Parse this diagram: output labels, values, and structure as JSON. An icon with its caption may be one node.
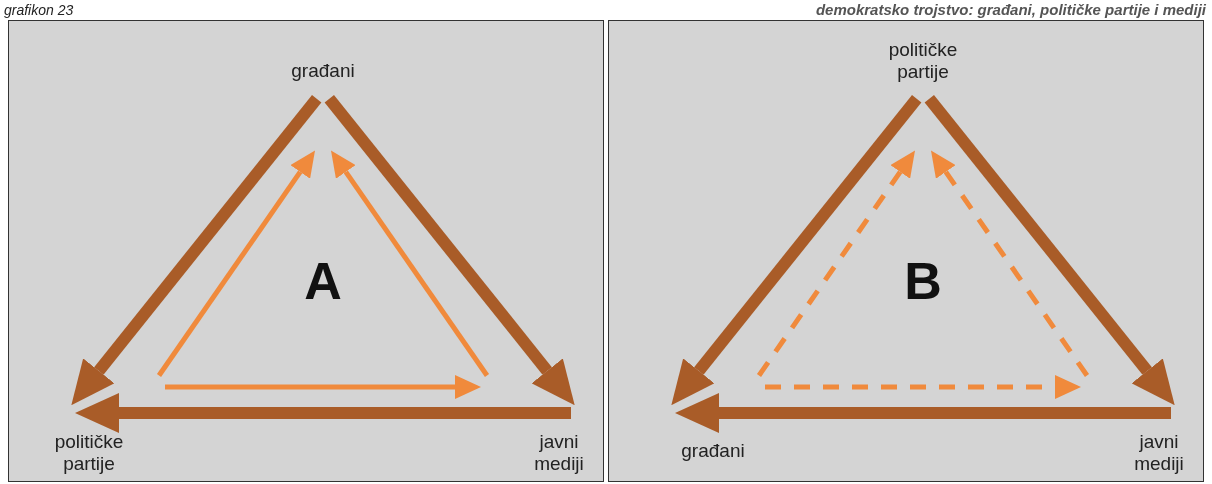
{
  "diagram": {
    "title": "demokratsko trojstvo: građani, političke partije i mediji",
    "nodes": [
      {
        "text": [
          "A"
        ]
      },
      {
        "text": [
          "građani"
        ],
        "in": 0
      },
      {
        "text": [
          "političke partije"
        ],
        "in": 0
      },
      {
        "text": [
          "javni mediji"
        ],
        "in": 0
      },
      {
        "text": [
          "B"
        ]
      },
      {
        "text": [
          "političke partije"
        ],
        "in": 4
      },
      {
        "text": [
          "građani"
        ],
        "in": 4
      },
      {
        "text": [
          "javni mediji"
        ],
        "in": 4
      }
    ],
    "edges": [
      {
        "from": 1,
        "to": 2,
        "arrow": "to",
        "style": "thick",
        "color": "#a95c28"
      },
      {
        "from": 1,
        "to": 3,
        "arrow": "to",
        "style": "thick",
        "color": "#a95c28"
      },
      {
        "from": 3,
        "to": 2,
        "arrow": "to",
        "style": "thick",
        "color": "#a95c28"
      },
      {
        "from": 2,
        "to": 1,
        "arrow": "to",
        "color": "#f08a3c"
      },
      {
        "from": 3,
        "to": 1,
        "arrow": "to",
        "color": "#f08a3c"
      },
      {
        "from": 2,
        "to": 3,
        "arrow": "to",
        "color": "#f08a3c"
      },
      {
        "from": 5,
        "to": 6,
        "arrow": "to",
        "style": "thick",
        "color": "#a95c28"
      },
      {
        "from": 5,
        "to": 7,
        "arrow": "to",
        "style": "thick",
        "color": "#a95c28"
      },
      {
        "from": 7,
        "to": 6,
        "arrow": "to",
        "style": "thick",
        "color": "#a95c28"
      },
      {
        "from": 6,
        "to": 5,
        "arrow": "to",
        "style": "dashed",
        "color": "#f08a3c"
      },
      {
        "from": 7,
        "to": 5,
        "arrow": "to",
        "style": "dashed",
        "color": "#f08a3c"
      },
      {
        "from": 6,
        "to": 7,
        "arrow": "to",
        "style": "dashed",
        "color": "#f08a3c"
      }
    ],
    "labels": [
      "grafikon 23"
    ]
  }
}
